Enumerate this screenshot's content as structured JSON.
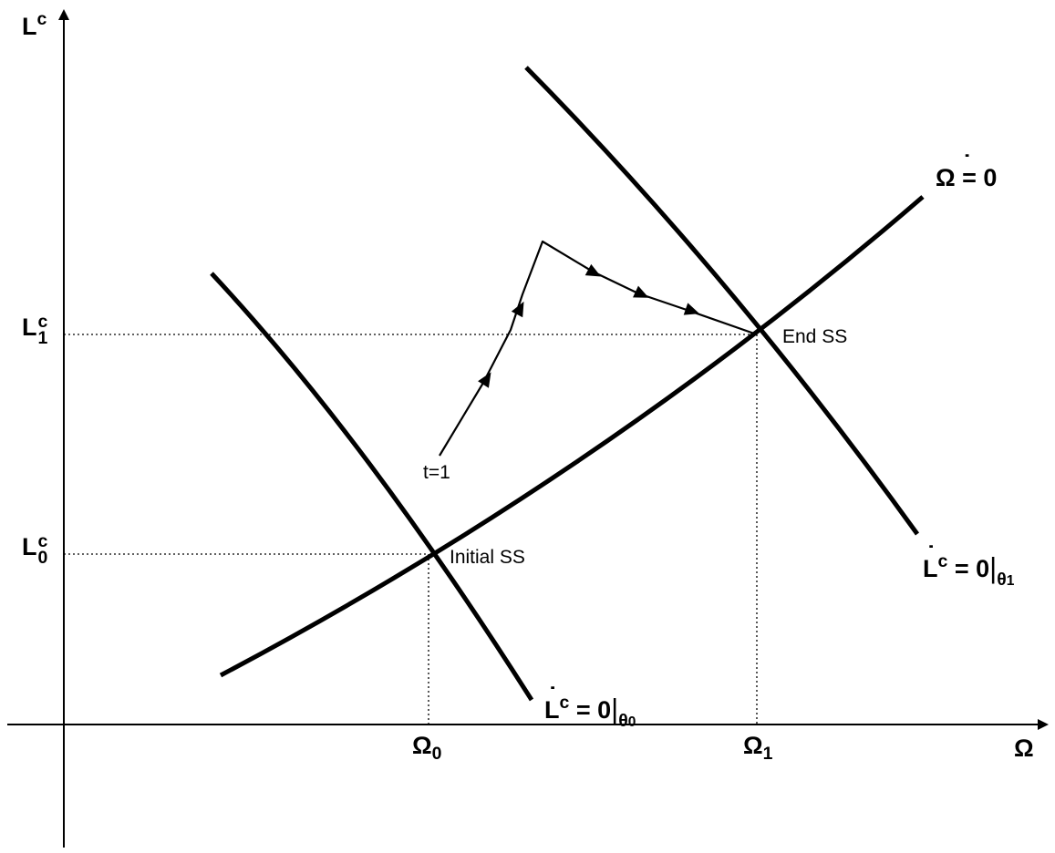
{
  "axes": {
    "y_label": "L",
    "y_label_sup": "c",
    "x_label": "Ω"
  },
  "ticks": {
    "y": [
      {
        "base": "L",
        "sup": "c",
        "sub": "1"
      },
      {
        "base": "L",
        "sup": "c",
        "sub": "0"
      }
    ],
    "x": [
      {
        "base": "Ω",
        "sub": "0"
      },
      {
        "base": "Ω",
        "sub": "1"
      }
    ]
  },
  "curves": {
    "omega_dot": {
      "label": "Ω = 0"
    },
    "lc_dot_theta0": {
      "label_main": "L",
      "label_sup": "c",
      "label_eq": " = 0",
      "bar": "|",
      "sub_base": "θ",
      "sub_index": "0"
    },
    "lc_dot_theta1": {
      "label_main": "L",
      "label_sup": "c",
      "label_eq": " = 0",
      "bar": "|",
      "sub_base": "θ",
      "sub_index": "1"
    }
  },
  "points": {
    "initial": "Initial SS",
    "end": "End SS",
    "start": "t=1"
  },
  "colors": {
    "ink": "#000000",
    "background": "#ffffff"
  }
}
